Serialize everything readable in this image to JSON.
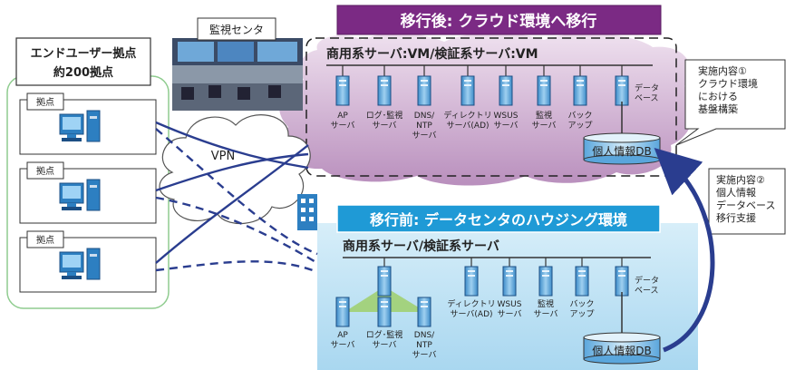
{
  "end_user": {
    "title_line1": "エンドユーザー拠点",
    "title_line2": "約200拠点",
    "sites": [
      {
        "label": "拠点"
      },
      {
        "label": "拠点"
      },
      {
        "label": "拠点"
      }
    ]
  },
  "monitor_center": {
    "label": "監視センタ"
  },
  "vpn": {
    "label": "VPN"
  },
  "after": {
    "title": "移行後: クラウド環境へ移行",
    "bus_label": "商用系サーバ:VM/検証系サーバ:VM",
    "servers": [
      {
        "lines": [
          "AP",
          "サーバ"
        ]
      },
      {
        "lines": [
          "ログ･監視",
          "サーバ"
        ]
      },
      {
        "lines": [
          "DNS/",
          "NTP",
          "サーバ"
        ]
      },
      {
        "lines": [
          "ディレクトリ",
          "サーバ(AD)"
        ]
      },
      {
        "lines": [
          "WSUS",
          "サーバ"
        ]
      },
      {
        "lines": [
          "監視",
          "サーバ"
        ]
      },
      {
        "lines": [
          "バック",
          "アップ"
        ]
      },
      {
        "lines": [
          "データ",
          "ベース"
        ]
      }
    ],
    "db_label": "個人情報DB"
  },
  "before": {
    "title": "移行前: データセンタのハウジング環境",
    "bus_label": "商用系サーバ/検証系サーバ",
    "servers": [
      {
        "lines": [
          "AP",
          "サーバ"
        ]
      },
      {
        "lines": [
          "ログ･監視",
          "サーバ"
        ]
      },
      {
        "lines": [
          "DNS/",
          "NTP",
          "サーバ"
        ]
      },
      {
        "lines": [
          "ディレクトリ",
          "サーバ(AD)"
        ]
      },
      {
        "lines": [
          "WSUS",
          "サーバ"
        ]
      },
      {
        "lines": [
          "監視",
          "サーバ"
        ]
      },
      {
        "lines": [
          "バック",
          "アップ"
        ]
      },
      {
        "lines": [
          "データ",
          "ベース"
        ]
      }
    ],
    "db_label": "個人情報DB"
  },
  "callouts": [
    {
      "lines": [
        "実施内容①",
        "クラウド環境",
        "における",
        "基盤構築"
      ]
    },
    {
      "lines": [
        "実施内容②",
        "個人情報",
        "データベース",
        "移行支援"
      ]
    }
  ],
  "colors": {
    "after_title_bg": "#7b2a84",
    "after_cloud": "#c69bc8",
    "before_title_bg": "#1f9ad6",
    "before_area": "#bfe3f5",
    "end_user_border": "#8fcc8f",
    "line_blue": "#2a3d8f"
  }
}
